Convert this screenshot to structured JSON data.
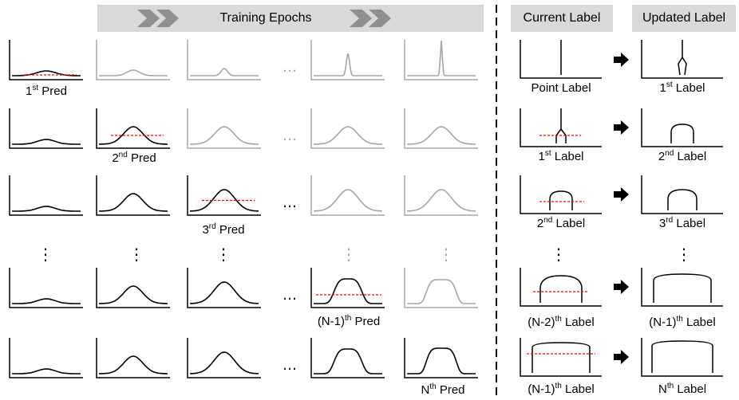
{
  "header": {
    "training_epochs": "Training Epochs",
    "current_label": "Current Label",
    "updated_label": "Updated Label"
  },
  "grid_captions": [
    {
      "main": "1",
      "sup": "st",
      "tail": " Pred"
    },
    {
      "main": "2",
      "sup": "nd",
      "tail": " Pred"
    },
    {
      "main": "3",
      "sup": "rd",
      "tail": " Pred"
    },
    {
      "main": "(N-1)",
      "sup": "th",
      "tail": " Pred"
    },
    {
      "main": "N",
      "sup": "th",
      "tail": " Pred"
    }
  ],
  "current_captions": [
    {
      "main": "Point Label",
      "sup": "",
      "tail": ""
    },
    {
      "main": "1",
      "sup": "st",
      "tail": " Label"
    },
    {
      "main": "2",
      "sup": "nd",
      "tail": " Label"
    },
    {
      "main": "(N-2)",
      "sup": "th",
      "tail": " Label"
    },
    {
      "main": "(N-1)",
      "sup": "th",
      "tail": " Label"
    }
  ],
  "updated_captions": [
    {
      "main": "1",
      "sup": "st",
      "tail": " Label"
    },
    {
      "main": "2",
      "sup": "nd",
      "tail": " Label"
    },
    {
      "main": "3",
      "sup": "rd",
      "tail": " Label"
    },
    {
      "main": "(N-1)",
      "sup": "th",
      "tail": " Label"
    },
    {
      "main": "N",
      "sup": "th",
      "tail": " Label"
    }
  ],
  "ellipsis": "…",
  "vertical_dots": "⋮",
  "colors": {
    "header_bg": "#d9d9d9",
    "chevron": "#8f8f8f",
    "curve_active": "#000000",
    "curve_faded": "#a6a6a6",
    "threshold": "#ff0000",
    "divider": "#000000"
  }
}
